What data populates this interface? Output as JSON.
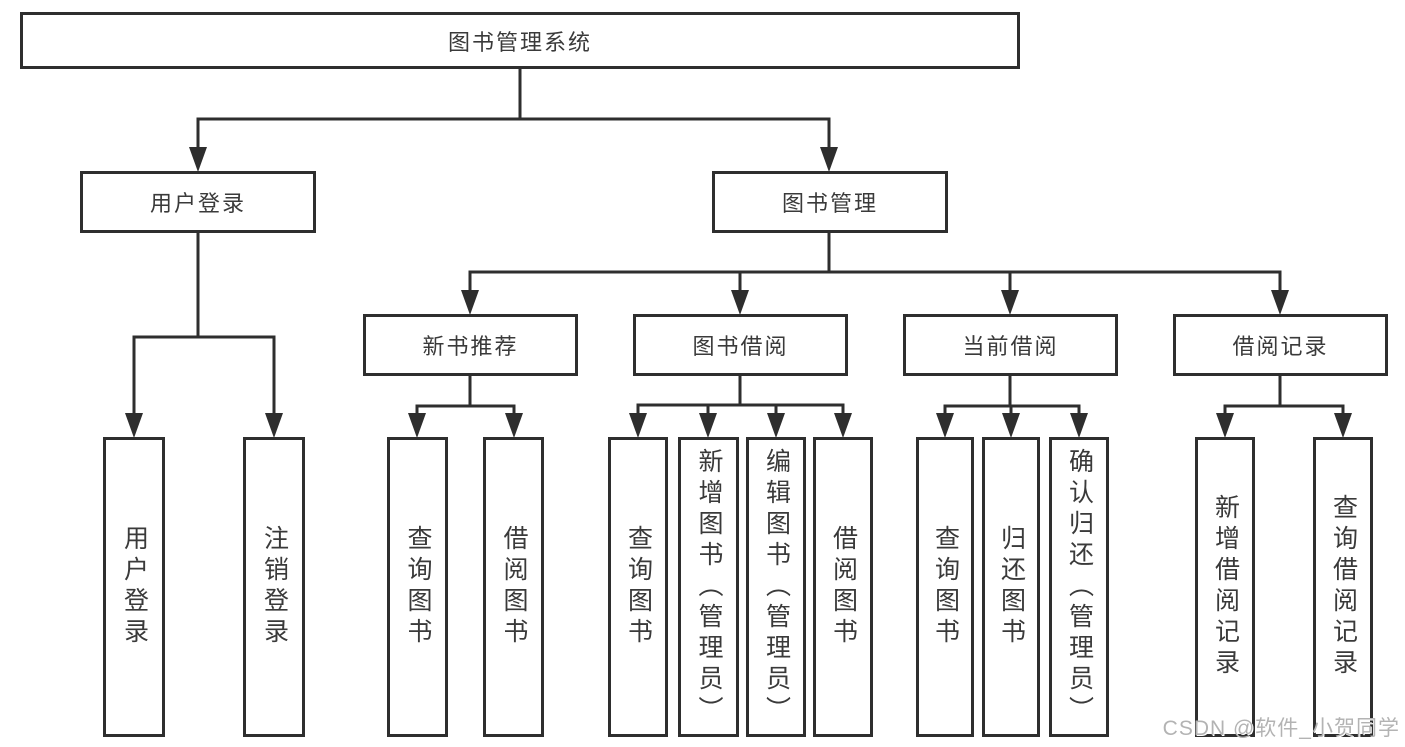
{
  "tree": {
    "label": "图书管理系统",
    "children": [
      {
        "label": "用户登录",
        "children": [
          {
            "label": "用户登录"
          },
          {
            "label": "注销登录"
          }
        ]
      },
      {
        "label": "图书管理",
        "children": [
          {
            "label": "新书推荐",
            "children": [
              {
                "label": "查询图书"
              },
              {
                "label": "借阅图书"
              }
            ]
          },
          {
            "label": "图书借阅",
            "children": [
              {
                "label": "查询图书"
              },
              {
                "label": "新增图书（管理员）"
              },
              {
                "label": "编辑图书（管理员）"
              },
              {
                "label": "借阅图书"
              }
            ]
          },
          {
            "label": "当前借阅",
            "children": [
              {
                "label": "查询图书"
              },
              {
                "label": "归还图书"
              },
              {
                "label": "确认归还（管理员）"
              }
            ]
          },
          {
            "label": "借阅记录",
            "children": [
              {
                "label": "新增借阅记录"
              },
              {
                "label": "查询借阅记录"
              }
            ]
          }
        ]
      }
    ]
  },
  "watermark": "CSDN @软件_小贺同学",
  "colors": {
    "line": "#2e2e2e",
    "border": "#2e2e2e",
    "text": "#3a3a3a",
    "watermark": "#b3b3b3"
  }
}
